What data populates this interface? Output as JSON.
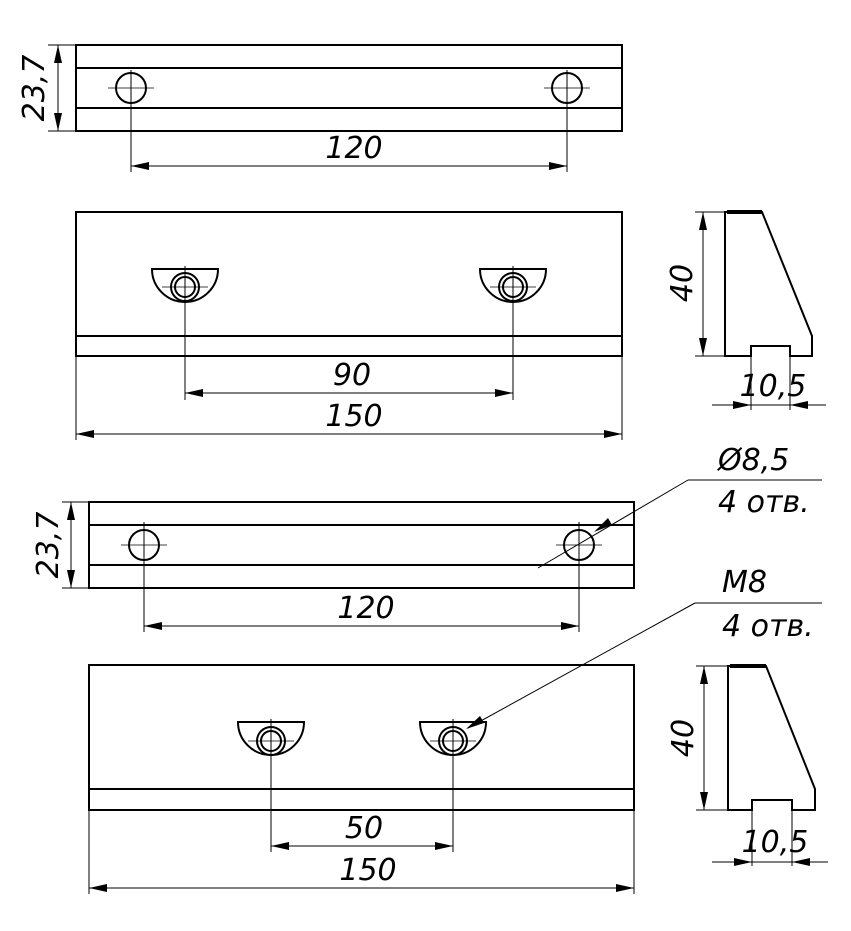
{
  "drawing": {
    "view1": {
      "height_dim": "23,7",
      "hole_spacing_dim": "120"
    },
    "view2": {
      "hole_spacing_dim": "90",
      "length_dim": "150"
    },
    "side1": {
      "height_dim": "40",
      "slot_dim": "10,5"
    },
    "view3": {
      "height_dim": "23,7",
      "hole_spacing_dim": "120",
      "callout_size": "Ø8,5",
      "callout_count": "4 отв."
    },
    "view4": {
      "hole_spacing_dim": "50",
      "length_dim": "150",
      "callout_size": "M8",
      "callout_count": "4 отв."
    },
    "side2": {
      "height_dim": "40",
      "slot_dim": "10,5"
    }
  }
}
